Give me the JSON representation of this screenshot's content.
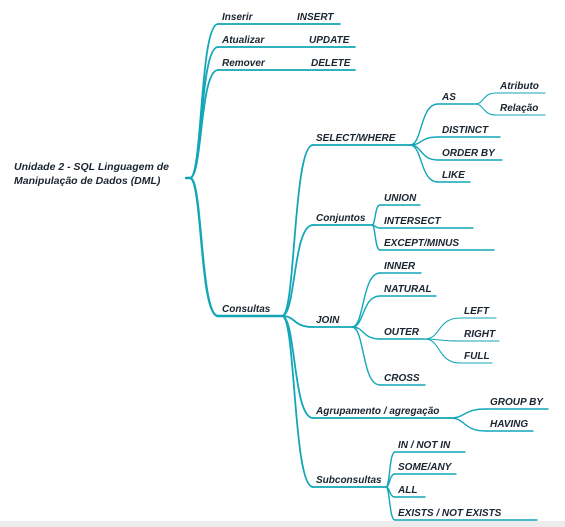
{
  "colors": {
    "branch": "#12a6b7",
    "text": "#1b2530",
    "background": "#ffffff"
  },
  "root": {
    "lines": [
      "Unidade 2 - SQL Linguagem de",
      "Manipulação de Dados (DML)"
    ]
  },
  "nodes": [
    {
      "id": "inserir",
      "label": "Inserir",
      "parent": "root"
    },
    {
      "id": "insert",
      "label": "INSERT",
      "parent": "inserir"
    },
    {
      "id": "atualizar",
      "label": "Atualizar",
      "parent": "root"
    },
    {
      "id": "update",
      "label": "UPDATE",
      "parent": "atualizar"
    },
    {
      "id": "remover",
      "label": "Remover",
      "parent": "root"
    },
    {
      "id": "delete",
      "label": "DELETE",
      "parent": "remover"
    },
    {
      "id": "consultas",
      "label": "Consultas",
      "parent": "root"
    },
    {
      "id": "select",
      "label": "SELECT/WHERE",
      "parent": "consultas"
    },
    {
      "id": "as",
      "label": "AS",
      "parent": "select"
    },
    {
      "id": "atributo",
      "label": "Atributo",
      "parent": "as"
    },
    {
      "id": "relacao",
      "label": "Relação",
      "parent": "as"
    },
    {
      "id": "distinct",
      "label": "DISTINCT",
      "parent": "select"
    },
    {
      "id": "orderby",
      "label": "ORDER BY",
      "parent": "select"
    },
    {
      "id": "like",
      "label": "LIKE",
      "parent": "select"
    },
    {
      "id": "conjuntos",
      "label": "Conjuntos",
      "parent": "consultas"
    },
    {
      "id": "union",
      "label": "UNION",
      "parent": "conjuntos"
    },
    {
      "id": "intersect",
      "label": "INTERSECT",
      "parent": "conjuntos"
    },
    {
      "id": "except",
      "label": "EXCEPT/MINUS",
      "parent": "conjuntos"
    },
    {
      "id": "join",
      "label": "JOIN",
      "parent": "consultas"
    },
    {
      "id": "inner",
      "label": "INNER",
      "parent": "join"
    },
    {
      "id": "natural",
      "label": "NATURAL",
      "parent": "join"
    },
    {
      "id": "outer",
      "label": "OUTER",
      "parent": "join"
    },
    {
      "id": "left",
      "label": "LEFT",
      "parent": "outer"
    },
    {
      "id": "right",
      "label": "RIGHT",
      "parent": "outer"
    },
    {
      "id": "full",
      "label": "FULL",
      "parent": "outer"
    },
    {
      "id": "cross",
      "label": "CROSS",
      "parent": "join"
    },
    {
      "id": "agrupamento",
      "label": "Agrupamento / agregação",
      "parent": "consultas"
    },
    {
      "id": "groupby",
      "label": "GROUP BY",
      "parent": "agrupamento"
    },
    {
      "id": "having",
      "label": "HAVING",
      "parent": "agrupamento"
    },
    {
      "id": "subconsultas",
      "label": "Subconsultas",
      "parent": "consultas"
    },
    {
      "id": "innotin",
      "label": "IN / NOT IN",
      "parent": "subconsultas"
    },
    {
      "id": "someany",
      "label": "SOME/ANY",
      "parent": "subconsultas"
    },
    {
      "id": "all",
      "label": "ALL",
      "parent": "subconsultas"
    },
    {
      "id": "exists",
      "label": "EXISTS / NOT EXISTS",
      "parent": "subconsultas"
    }
  ]
}
